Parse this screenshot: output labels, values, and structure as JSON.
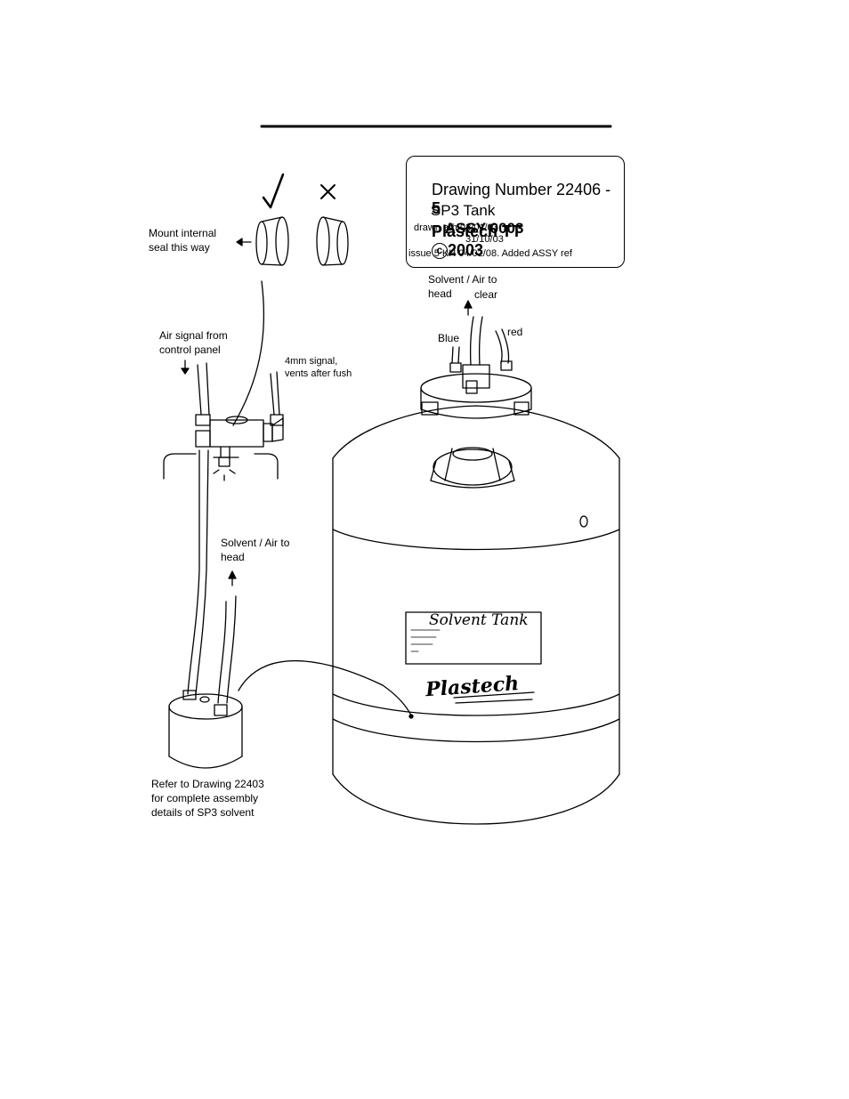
{
  "title_block": {
    "drawing_number": "Drawing Number 22406 -",
    "issue_number": "5",
    "product": "SP3 Tank",
    "assy": "ASSY 0003",
    "company": "Plastech TT",
    "copyright_symbol": "c",
    "year": "2003",
    "drawn": "drawn arh 03/01/03",
    "revised": "31/10/03",
    "issue_note": "issue 5 KH 04/02/08. Added ASSY ref"
  },
  "labels": {
    "mount_seal": "Mount internal\nseal this way",
    "air_signal": "Air signal from\ncontrol panel",
    "signal_4mm": "4mm signal,\nvents after fush",
    "solvent_air_top": "Solvent / Air to\nhead",
    "clear": "clear",
    "blue": "Blue",
    "red": "red",
    "solvent_air_left": "Solvent / Air to\nhead",
    "refer": "Refer to Drawing 22403\nfor complete assembly\ndetails of SP3 solvent",
    "tank_label": "Solvent Tank",
    "brand": "Plastech"
  },
  "icons": {
    "correct": "check-mark-icon",
    "wrong": "cross-mark-icon"
  }
}
